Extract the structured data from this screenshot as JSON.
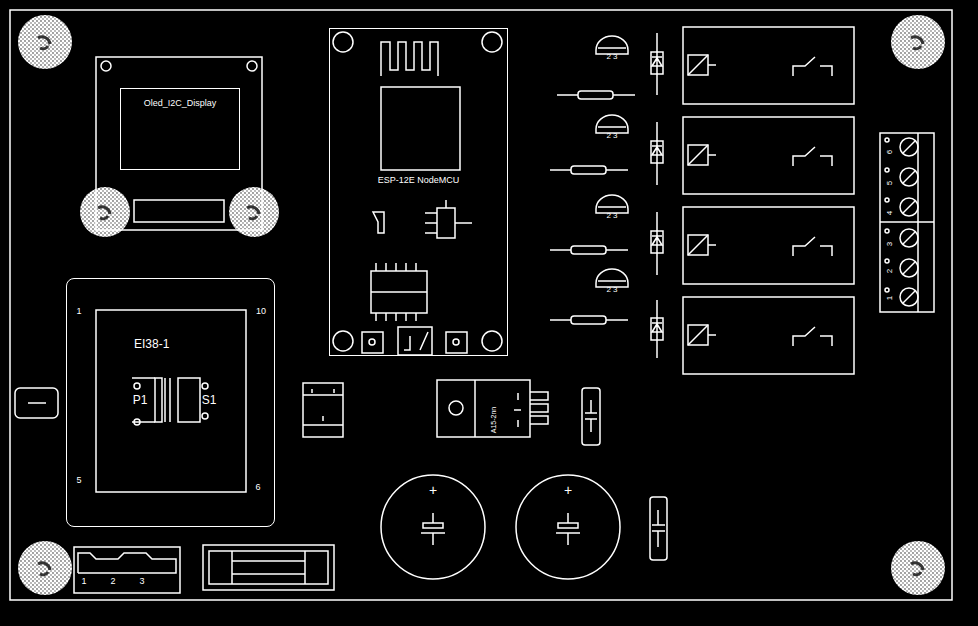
{
  "diagram": {
    "nodes": [
      {
        "text": [
          "Oled_I2C_Display"
        ]
      },
      {
        "text": [
          "ESP-12E NodeMCU"
        ]
      },
      {
        "text": [
          "EI38-1"
        ]
      }
    ],
    "labels": [
      "P1",
      "S1",
      "1",
      "10",
      "5",
      "6",
      "2 3",
      "2 3",
      "2 3",
      "2 3",
      "6",
      "5",
      "4",
      "3",
      "2",
      "1",
      "1",
      "2",
      "3",
      "+",
      "+",
      "A15-2nn"
    ]
  }
}
